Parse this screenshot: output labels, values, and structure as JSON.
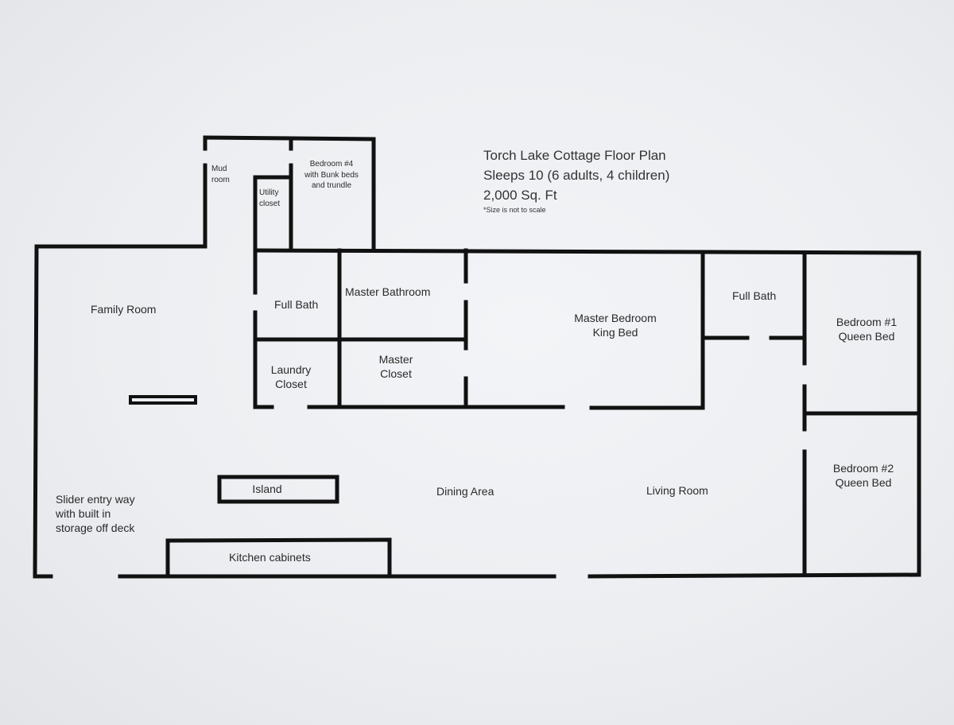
{
  "title": {
    "line1": "Torch Lake Cottage Floor Plan",
    "line2": "Sleeps 10 (6 adults, 4 children)",
    "line3": "2,000 Sq. Ft",
    "note": "*Size is not to scale"
  },
  "rooms": {
    "mud_room": [
      "Mud",
      "room"
    ],
    "bedroom4": [
      "Bedroom #4",
      "with Bunk beds",
      "and trundle"
    ],
    "utility_closet": [
      "Utility",
      "closet"
    ],
    "family_room": "Family Room",
    "full_bath_left": "Full Bath",
    "master_bathroom": "Master Bathroom",
    "laundry_closet": [
      "Laundry",
      "Closet"
    ],
    "master_closet": [
      "Master",
      "Closet"
    ],
    "master_bedroom": [
      "Master Bedroom",
      "King Bed"
    ],
    "full_bath_right": "Full Bath",
    "bedroom1": [
      "Bedroom #1",
      "Queen Bed"
    ],
    "bedroom2": [
      "Bedroom #2",
      "Queen Bed"
    ],
    "island": "Island",
    "dining_area": "Dining Area",
    "living_room": "Living Room",
    "slider_entry": [
      "Slider entry way",
      "with built in",
      "storage off deck"
    ],
    "kitchen_cabinets": "Kitchen cabinets"
  },
  "colors": {
    "wall": "#111111",
    "paper": "#eceef1",
    "text": "#2a2a2a"
  }
}
